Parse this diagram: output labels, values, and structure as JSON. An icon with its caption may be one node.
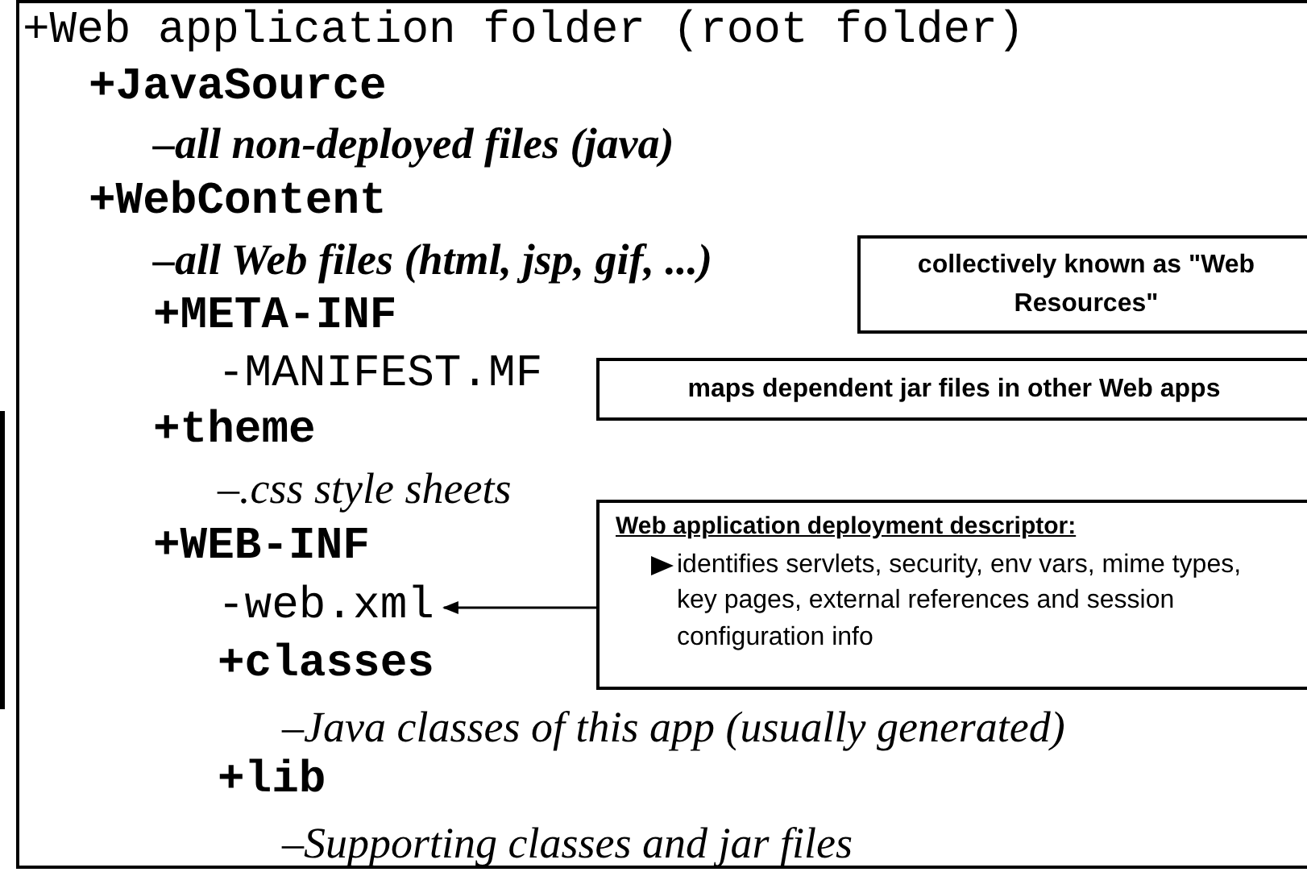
{
  "diagram": {
    "nodes": [
      {
        "text": [
          "collectively known as \"Web Resources\""
        ]
      },
      {
        "text": [
          "maps dependent jar files in other Web apps"
        ]
      },
      {
        "text": [
          "Web application deployment descriptor:",
          "identifies servlets, security, env vars, mime types, key pages, external references and session configuration info"
        ]
      },
      {
        "text": [
          "-web.xml"
        ]
      }
    ],
    "edges": [
      {
        "from": 2,
        "to": 3,
        "arrow": "to"
      }
    ],
    "labels": [
      "+Web application folder (root folder)",
      "+JavaSource",
      "–all non-deployed files (java)",
      "+WebContent",
      "–all Web files (html, jsp, gif, ...)",
      "+META-INF",
      "-MANIFEST.MF",
      "+theme",
      "–.css style sheets",
      "+WEB-INF",
      "+classes",
      "–Java classes of this app (usually generated)",
      "+lib",
      "–Supporting classes and jar files"
    ]
  }
}
